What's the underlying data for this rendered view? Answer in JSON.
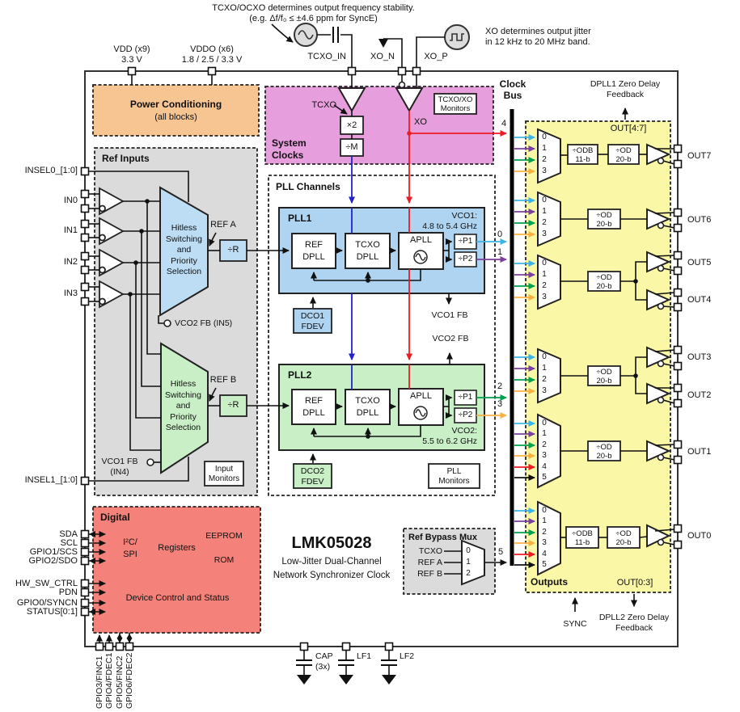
{
  "notes": {
    "tcxo": "TCXO/OCXO determines output frequency stability.\n(e.g. Δf/f₀ ≤ ±4.6 ppm for SyncE)",
    "xo": "XO determines output jitter\nin 12 kHz to 20 MHz band.",
    "dpll1_fb": "DPLL1 Zero Delay\nFeedback",
    "dpll2_fb": "DPLL2 Zero Delay\nFeedback",
    "sync": "SYNC"
  },
  "supply": {
    "vdd": "VDD (x9)\n3.3 V",
    "vddo": "VDDO (x6)\n1.8 / 2.5 / 3.3 V"
  },
  "pins": {
    "tcxo_in": "TCXO_IN",
    "xo_n": "XO_N",
    "xo_p": "XO_P",
    "insel0": "INSEL0_[1:0]",
    "in0": "IN0",
    "in1": "IN1",
    "in2": "IN2",
    "in3": "IN3",
    "insel1": "INSEL1_[1:0]",
    "sda": "SDA",
    "scl": "SCL",
    "gpio1": "GPIO1/SCS",
    "gpio2": "GPIO2/SDO",
    "hw_sw": "HW_SW_CTRL",
    "pdn": "PDN",
    "gpio0": "GPIO0/SYNCN",
    "status": "STATUS[0:1]",
    "gpio3": "GPIO3/FINC1",
    "gpio4": "GPIO4/FDEC1",
    "gpio5": "GPIO5/FINC2",
    "gpio6": "GPIO6/FDEC2",
    "cap": "CAP\n(3x)",
    "lf1": "LF1",
    "lf2": "LF2",
    "out7": "OUT7",
    "out6": "OUT6",
    "out5": "OUT5",
    "out4": "OUT4",
    "out3": "OUT3",
    "out2": "OUT2",
    "out1": "OUT1",
    "out0": "OUT0"
  },
  "power": {
    "title": "Power Conditioning",
    "subtitle": "(all blocks)"
  },
  "ref_inputs": {
    "title": "Ref Inputs",
    "hitless": "Hitless\nSwitching\nand\nPriority\nSelection",
    "div_r": "÷R",
    "ref_a": "REF A",
    "ref_b": "REF B",
    "vco2_fb_in5": "VCO2 FB (IN5)",
    "vco1_fb_in4": "VCO1 FB\n(IN4)",
    "input_monitors": "Input\nMonitors"
  },
  "system_clocks": {
    "title": "System\nClocks",
    "tcxo": "TCXO",
    "x2": "×2",
    "div_m": "÷M",
    "xo": "XO",
    "monitors": "TCXO/XO\nMonitors"
  },
  "clock_bus": {
    "title": "Clock\nBus",
    "n0": "0",
    "n1": "1",
    "n2": "2",
    "n3": "3",
    "n4": "4",
    "n5": "5"
  },
  "pll": {
    "title": "PLL Channels",
    "pll1": {
      "name": "PLL1",
      "vco": "VCO1:\n4.8 to 5.4 GHz",
      "ref": "REF\nDPLL",
      "tcxo": "TCXO\nDPLL",
      "apll": "APLL",
      "p1": "÷P1",
      "p2": "÷P2",
      "dco": "DCO1\nFDEV"
    },
    "pll2": {
      "name": "PLL2",
      "vco": "VCO2:\n5.5 to 6.2 GHz",
      "ref": "REF\nDPLL",
      "tcxo": "TCXO\nDPLL",
      "apll": "APLL",
      "p1": "÷P1",
      "p2": "÷P2",
      "dco": "DCO2\nFDEV"
    },
    "vco1_fb": "VCO1 FB",
    "vco2_fb": "VCO2 FB",
    "monitors": "PLL\nMonitors"
  },
  "digital": {
    "title": "Digital",
    "i2c": "I²C/\nSPI",
    "registers": "Registers",
    "eeprom": "EEPROM",
    "rom": "ROM",
    "device": "Device Control and Status"
  },
  "part": {
    "name": "LMK05028",
    "desc": "Low-Jitter Dual-Channel\nNetwork Synchronizer Clock"
  },
  "ref_bypass": {
    "title": "Ref Bypass Mux",
    "inputs": "TCXO\nREF A\nREF B",
    "sel": "0\n1\n2"
  },
  "outputs": {
    "title": "Outputs",
    "group47": "OUT[4:7]",
    "group03": "OUT[0:3]",
    "odb": "÷ODB\n11-b",
    "od": "÷OD\n20-b",
    "mux4": "0\n1\n2\n3",
    "mux6": "0\n1\n2\n3\n4\n5"
  },
  "colors": {
    "power_orange": "#F7C592",
    "gray": "#DBDBDB",
    "system_clocks_purple": "#E79EDC",
    "pll1_blue": "#AED4F2",
    "pll2_green": "#C8EFC6",
    "digital_red": "#F5827A",
    "outputs_yellow": "#FAF8A6",
    "bus_cyan": "#3CB4E5",
    "bus_purple": "#7B3F9D",
    "bus_green": "#00A14B",
    "bus_yellow": "#FBB040",
    "bus_red": "#ED1C24",
    "tcxo_blue": "#2222CC"
  }
}
